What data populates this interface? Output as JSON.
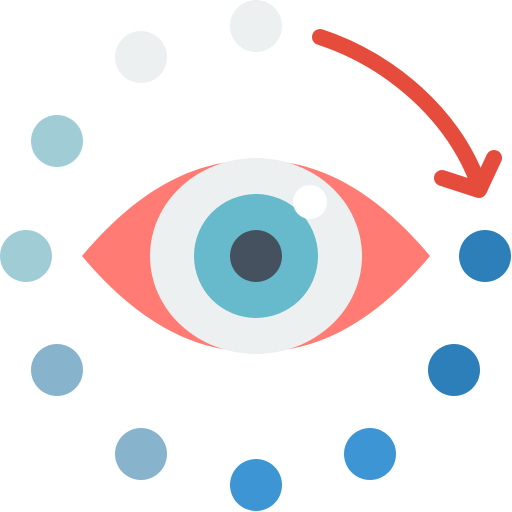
{
  "icon": {
    "name": "eye-rotation-icon",
    "description": "",
    "colors": {
      "eye_white": "#ecf0f1",
      "eye_corners": "#ff7b73",
      "iris": "#67b9cc",
      "pupil": "#465160",
      "highlight": "#ffffff",
      "arrow": "#e64c3c"
    },
    "dots": [
      {
        "name": "dot-1",
        "color": "#ecf0f1"
      },
      {
        "name": "dot-2",
        "color": "#ecf0f1"
      },
      {
        "name": "dot-3",
        "color": "#a0ccd6"
      },
      {
        "name": "dot-4",
        "color": "#a0ccd6"
      },
      {
        "name": "dot-5",
        "color": "#87b4cc"
      },
      {
        "name": "dot-6",
        "color": "#87b4cc"
      },
      {
        "name": "dot-7",
        "color": "#3d95d4"
      },
      {
        "name": "dot-8",
        "color": "#3d95d4"
      },
      {
        "name": "dot-9",
        "color": "#2c7fb8"
      },
      {
        "name": "dot-10",
        "color": "#2c7fb8"
      }
    ]
  }
}
